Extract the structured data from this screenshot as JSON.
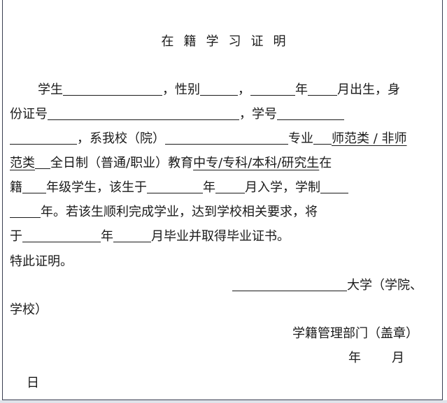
{
  "title": "在籍学习证明",
  "body": {
    "student": "学生",
    "comma_gender": "，性别",
    "comma": "，",
    "year": "年",
    "month_born": "月出生，身",
    "id_number": "份证号",
    "comma_student_no": "，学号",
    "comma_is_our_school": "，系我校（院）",
    "major": "专业",
    "category_line1": "师范类 / 非师",
    "category_line2": "范类",
    "fulltime": "全日制（普通/职业）教育",
    "levels": "中专/专科/本科/研究生",
    "zai": "在",
    "ji": "籍",
    "grade_student": "年级学生，该生于",
    "month_enrolled_system": "月入学，学制",
    "year_if": "年。若该生顺利完成学业，达到学校相关要求，将",
    "yu": "于",
    "graduate_text": "月毕业并取得毕业证书。",
    "hereby": "特此证明。",
    "university": "大学（学院、",
    "school": "学校）"
  },
  "signature": {
    "department": "学籍管理部门（盖章）",
    "year": "年",
    "month": "月",
    "day": "日"
  }
}
